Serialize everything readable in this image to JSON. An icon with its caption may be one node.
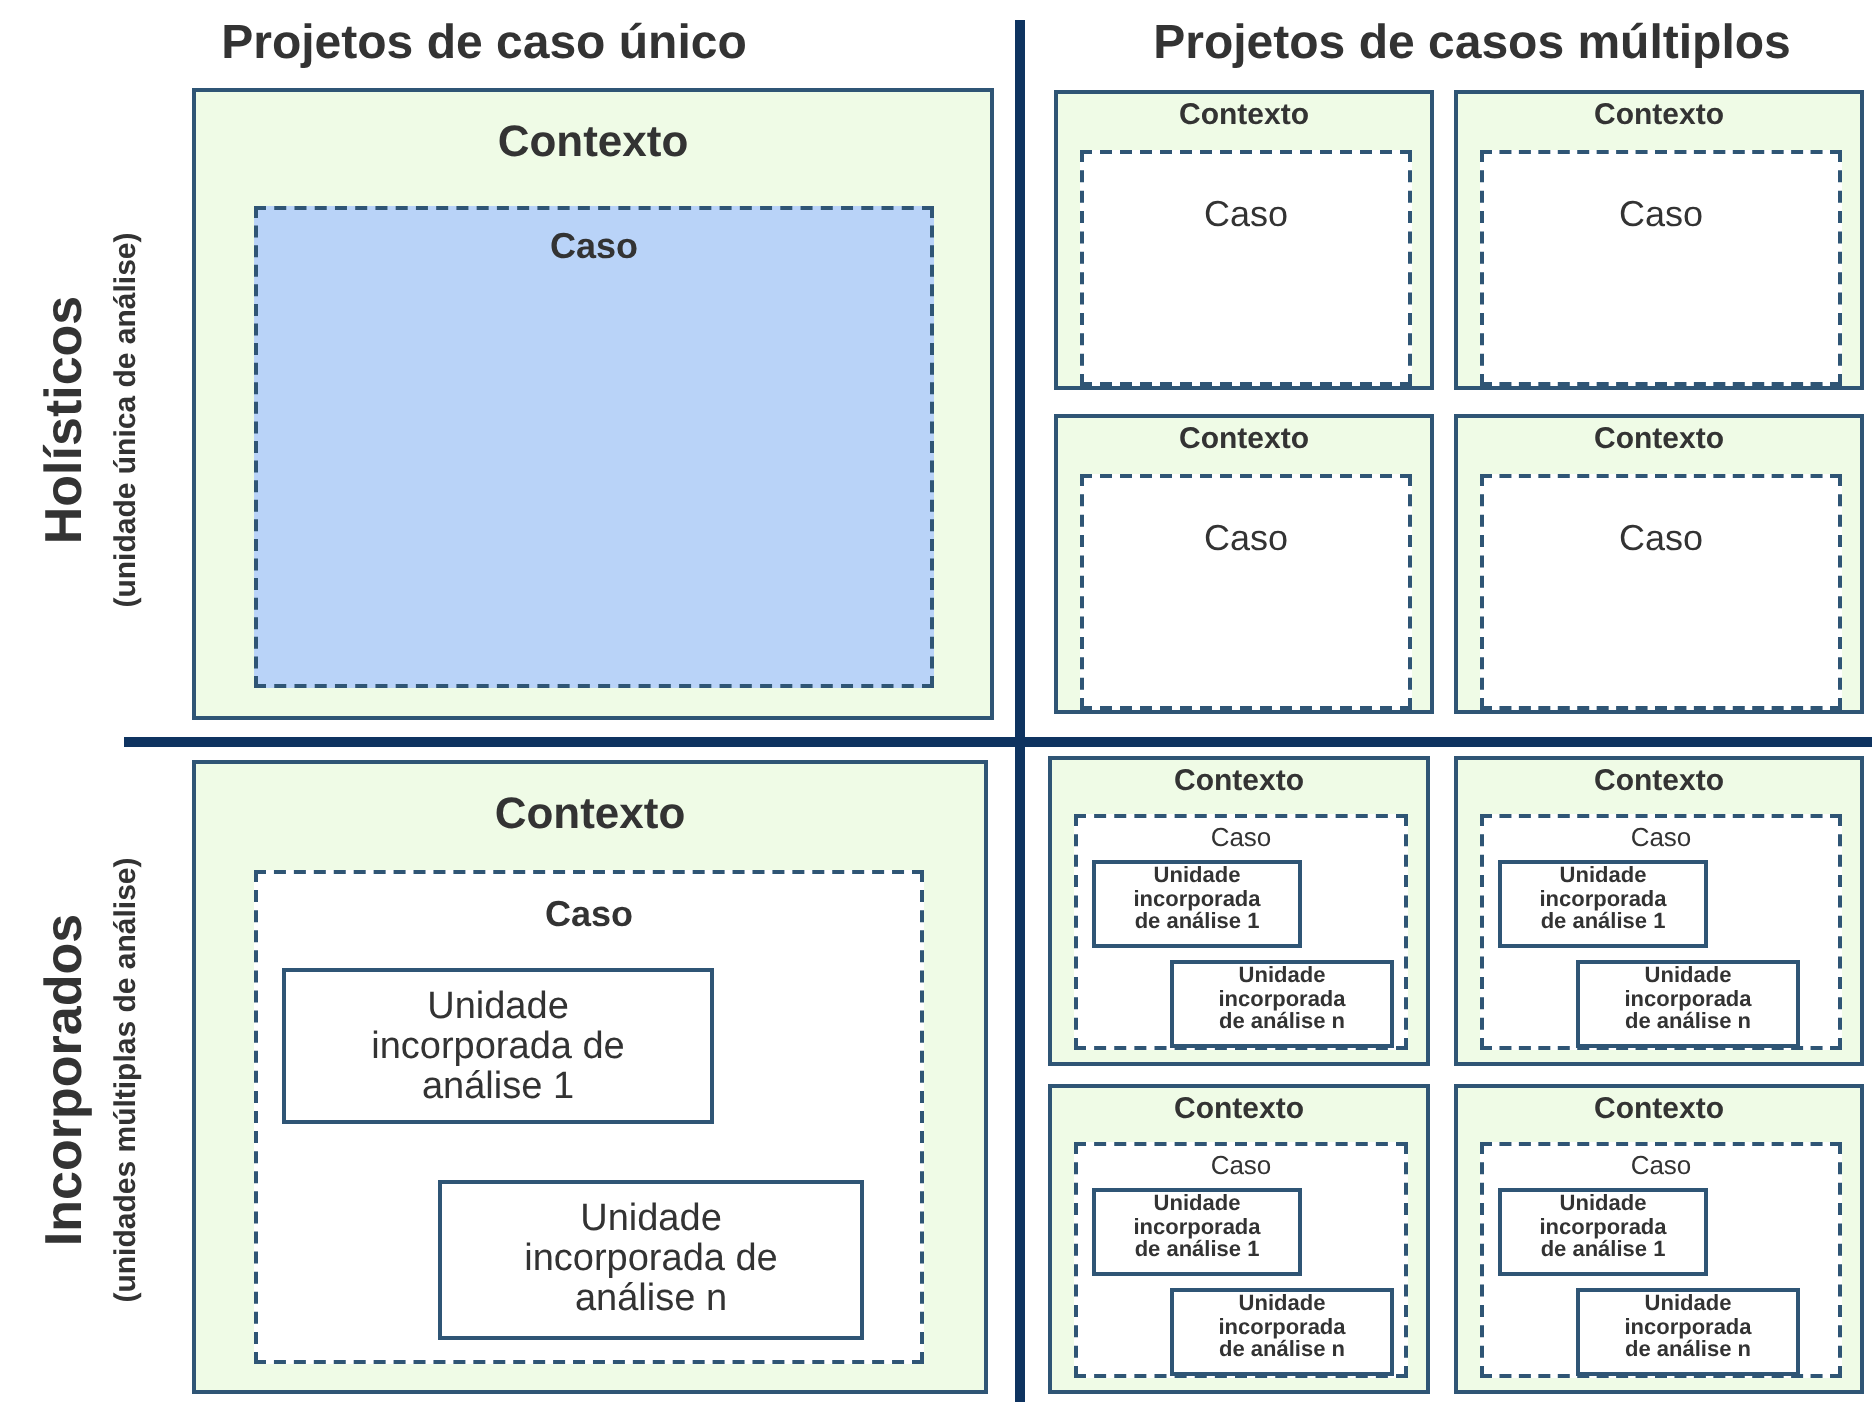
{
  "diagram": {
    "nodes": [
      {
        "text": [
          "Contexto"
        ]
      },
      {
        "text": [
          "Caso"
        ],
        "in": 0
      },
      {
        "text": [
          "Contexto"
        ]
      },
      {
        "text": [
          "Caso"
        ],
        "in": 2
      },
      {
        "text": [
          "Contexto"
        ]
      },
      {
        "text": [
          "Caso"
        ],
        "in": 4
      },
      {
        "text": [
          "Contexto"
        ]
      },
      {
        "text": [
          "Caso"
        ],
        "in": 6
      },
      {
        "text": [
          "Contexto"
        ]
      },
      {
        "text": [
          "Caso"
        ],
        "in": 8
      },
      {
        "text": [
          "Contexto"
        ]
      },
      {
        "text": [
          "Caso"
        ],
        "in": 10
      },
      {
        "text": [
          "Unidade incorporada de análise 1"
        ],
        "in": 11
      },
      {
        "text": [
          "Unidade incorporada de análise n"
        ],
        "in": 11
      },
      {
        "text": [
          "Contexto"
        ]
      },
      {
        "text": [
          "Caso"
        ],
        "in": 14
      },
      {
        "text": [
          "Unidade incorporada de análise 1"
        ],
        "in": 15
      },
      {
        "text": [
          "Unidade incorporada de análise n"
        ],
        "in": 15
      },
      {
        "text": [
          "Contexto"
        ]
      },
      {
        "text": [
          "Caso"
        ],
        "in": 18
      },
      {
        "text": [
          "Unidade incorporada de análise 1"
        ],
        "in": 19
      },
      {
        "text": [
          "Unidade incorporada de análise n"
        ],
        "in": 19
      },
      {
        "text": [
          "Contexto"
        ]
      },
      {
        "text": [
          "Caso"
        ],
        "in": 22
      },
      {
        "text": [
          "Unidade incorporada de análise 1"
        ],
        "in": 23
      },
      {
        "text": [
          "Unidade incorporada de análise n"
        ],
        "in": 23
      },
      {
        "text": [
          "Contexto"
        ]
      },
      {
        "text": [
          "Caso"
        ],
        "in": 26
      },
      {
        "text": [
          "Unidade incorporada de análise 1"
        ],
        "in": 27
      },
      {
        "text": [
          "Unidade incorporada de análise n"
        ],
        "in": 27
      }
    ],
    "labels": [
      "Projetos de caso único",
      "Projetos de casos múltiplos",
      "Holísticos",
      "(unidade única de análise)",
      "Incorporados",
      "(unidades múltiplas de análise)"
    ]
  }
}
